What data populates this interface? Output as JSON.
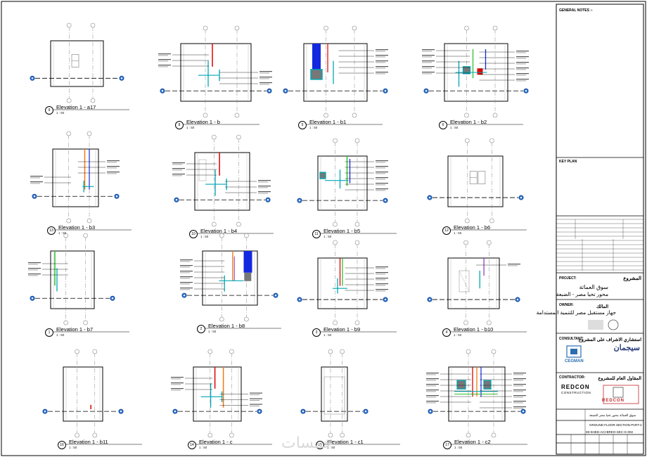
{
  "sheet": {
    "title_block": {
      "general_notes": "GENERAL NOTES :-",
      "key_plan": "KEY PLAN",
      "project_label": "PROJECT:",
      "project_label_ar": "المشروع",
      "project_name_ar_1": "سوق العماثة",
      "project_name_ar_2": "محور تحيا مصر - الضبعة",
      "owner_label": "OWNER:",
      "owner_label_ar": "المالك",
      "owner_name_ar": "جهاز مستقبل مصر للتنمية المستدامة",
      "consultant_label": "CONSULTANT:",
      "consultant_label_ar": "استشاري الاشراف على المشروع",
      "consultant_logo_text": "CEGMAN",
      "consultant_ar_brand": "سيجمان",
      "contractor_label": "CONTRACTOR:",
      "contractor_label_ar": "المقاول العام للمشروع",
      "contractor_logo_1": "REDCON",
      "contractor_logo_1_sub": "CONSTRUCTION",
      "contractor_logo_2": "REDCON",
      "drawing_title_ar": "سوق العماثة محور تحيا مصر الضبعة",
      "drawing_title": "GROUND FLOOR SECTION PART-2",
      "drawing_number": "MI-SHED-ACI-BREO-SEC-G-002"
    },
    "elevations": [
      {
        "id": "a17",
        "num": "9",
        "label": "Elevation 1 - a17",
        "scale": "1 : 50"
      },
      {
        "id": "b",
        "num": "8",
        "label": "Elevation 1 - b",
        "scale": "1 : 50"
      },
      {
        "id": "b1",
        "num": "5",
        "label": "Elevation 1 - b1",
        "scale": "1 : 50"
      },
      {
        "id": "b2",
        "num": "6",
        "label": "Elevation 1 - b2",
        "scale": "1 : 50"
      },
      {
        "id": "b3",
        "num": "13",
        "label": "Elevation 1 - b3",
        "scale": "1 : 50"
      },
      {
        "id": "b4",
        "num": "10",
        "label": "Elevation 1 - b4",
        "scale": "1 : 50"
      },
      {
        "id": "b5",
        "num": "11",
        "label": "Elevation 1 - b5",
        "scale": "1 : 50"
      },
      {
        "id": "b6",
        "num": "12",
        "label": "Elevation 1 - b6",
        "scale": "1 : 50"
      },
      {
        "id": "b7",
        "num": "1",
        "label": "Elevation 1 - b7",
        "scale": "1 : 50"
      },
      {
        "id": "b8",
        "num": "2",
        "label": "Elevation 1 - b8",
        "scale": "1 : 50"
      },
      {
        "id": "b9",
        "num": "3",
        "label": "Elevation 1 - b9",
        "scale": "1 : 50"
      },
      {
        "id": "b10",
        "num": "4",
        "label": "Elevation 1 - b10",
        "scale": "1 : 50"
      },
      {
        "id": "b11",
        "num": "16",
        "label": "Elevation 1 - b11",
        "scale": "1 : 50"
      },
      {
        "id": "c",
        "num": "14",
        "label": "Elevation 1 - c",
        "scale": "1 : 50"
      },
      {
        "id": "c1",
        "num": "15",
        "label": "Elevation 1 - c1",
        "scale": "1 : 50"
      },
      {
        "id": "c2",
        "num": "17",
        "label": "Elevation 1 - c2",
        "scale": "1 : 50"
      }
    ],
    "watermark": "خمسات"
  },
  "colors": {
    "line": "#000000",
    "cyan": "#00a6b4",
    "red": "#e00000",
    "orange": "#f07a1a",
    "green": "#2fbf2f",
    "blue": "#1428e0",
    "purple": "#8a2fbf",
    "grid": "#8a8a8a",
    "bubble": "#2a6fd0"
  }
}
